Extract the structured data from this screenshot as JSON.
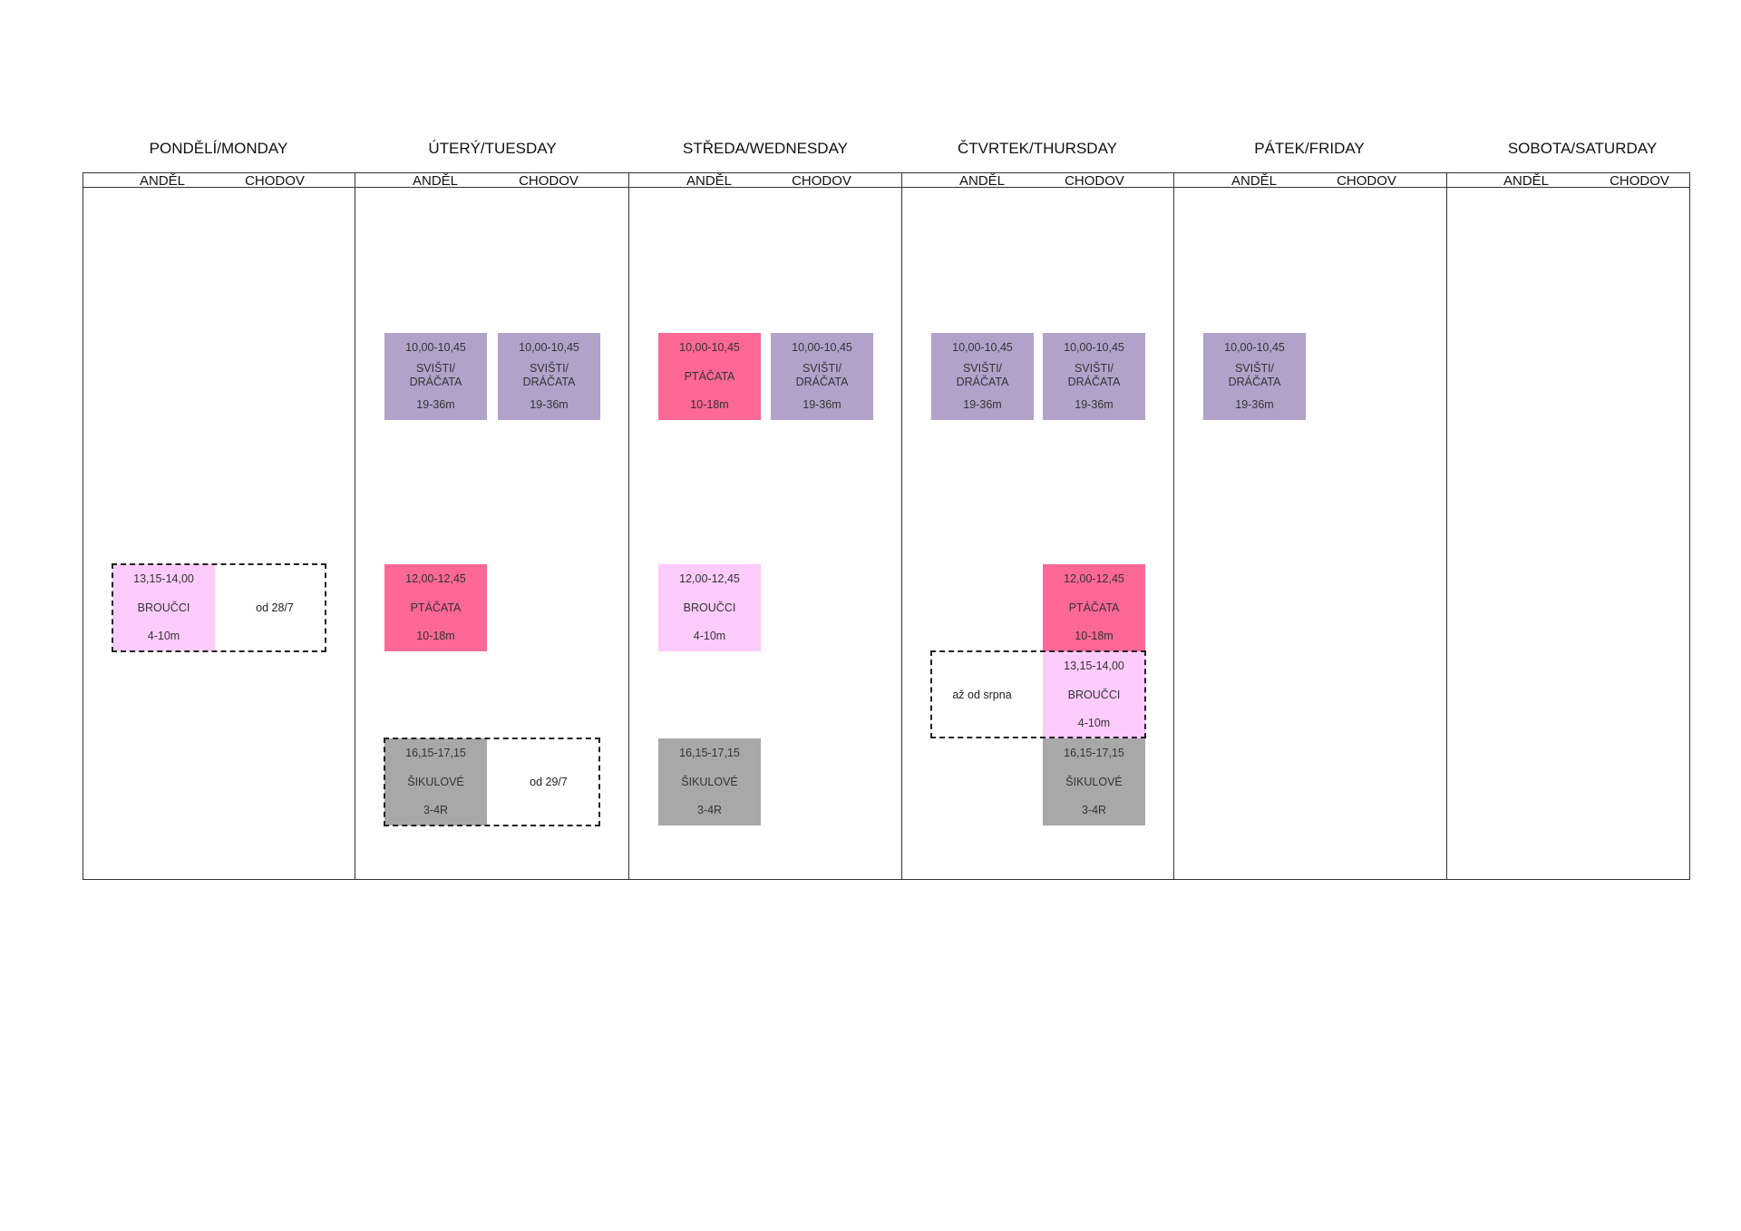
{
  "days": [
    {
      "title": "PONDĚLÍ/MONDAY"
    },
    {
      "title": "ÚTERÝ/TUESDAY"
    },
    {
      "title": "STŘEDA/WEDNESDAY"
    },
    {
      "title": "ČTVRTEK/THURSDAY"
    },
    {
      "title": "PÁTEK/FRIDAY"
    },
    {
      "title": "SOBOTA/SATURDAY"
    }
  ],
  "locations": {
    "a": "ANDĚL",
    "b": "CHODOV"
  },
  "colors": {
    "purple": "#b2a2ca",
    "hotpink": "#fd6896",
    "lightpink": "#fecbfd",
    "grey": "#a8a8a8"
  },
  "classes": {
    "svisti": {
      "time": "10,00-10,45",
      "name1": "SVIŠTI/",
      "name2": "DRÁČATA",
      "age": "19-36m"
    },
    "ptacata_am": {
      "time": "10,00-10,45",
      "name": "PTÁČATA",
      "age": "10-18m"
    },
    "ptacata_noon": {
      "time": "12,00-12,45",
      "name": "PTÁČATA",
      "age": "10-18m"
    },
    "brouci_noon": {
      "time": "12,00-12,45",
      "name": "BROUČCI",
      "age": "4-10m"
    },
    "brouci_pm": {
      "time": "13,15-14,00",
      "name": "BROUČCI",
      "age": "4-10m"
    },
    "sikulove": {
      "time": "16,15-17,15",
      "name": "ŠIKULOVÉ",
      "age": "3-4R"
    }
  },
  "notes": {
    "mon": "od 28/7",
    "tue": "od 29/7",
    "thu": "až od srpna"
  }
}
